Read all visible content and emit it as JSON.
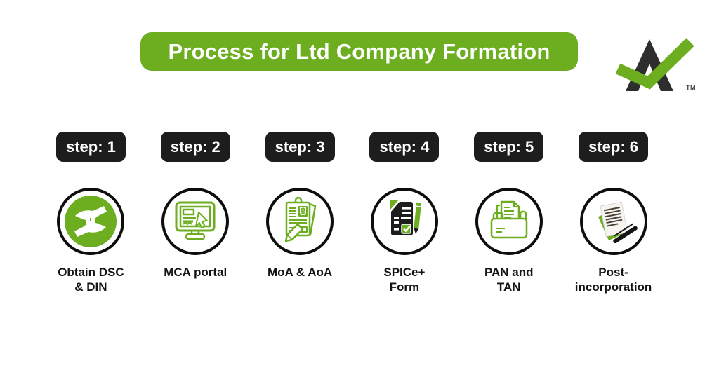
{
  "colors": {
    "green": "#6cae1f",
    "badge_black": "#1d1d1d",
    "ring_black": "#0d0d0d",
    "label_text": "#141414",
    "logo_dark": "#2e2e2e"
  },
  "header": {
    "title": "Process for Ltd Company Formation",
    "logo": {
      "name": "a-checkmark-logo",
      "tm": "TM"
    }
  },
  "steps": [
    {
      "badge": "step: 1",
      "label_line1": "Obtain DSC",
      "label_line2": "& DIN",
      "icon": "hands-exchange-icon"
    },
    {
      "badge": "step: 2",
      "label_line1": "MCA portal",
      "label_line2": "",
      "icon": "monitor-cursor-icon"
    },
    {
      "badge": "step: 3",
      "label_line1": "MoA & AoA",
      "label_line2": "",
      "icon": "form-photo-pencil-icon"
    },
    {
      "badge": "step: 4",
      "label_line1": "SPICe+",
      "label_line2": "Form",
      "icon": "checklist-pencil-icon"
    },
    {
      "badge": "step: 5",
      "label_line1": "PAN and",
      "label_line2": "TAN",
      "icon": "folder-document-icon"
    },
    {
      "badge": "step: 6",
      "label_line1": "Post-",
      "label_line2": "incorporation",
      "icon": "papers-pen-icon"
    }
  ]
}
